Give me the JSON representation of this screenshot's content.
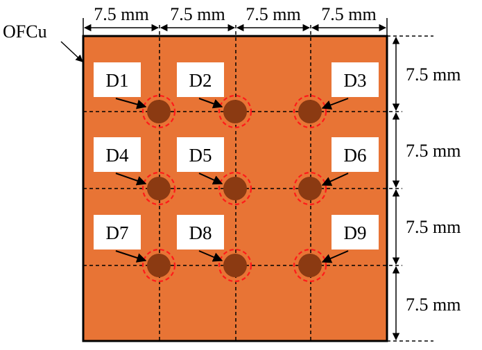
{
  "material_label": "OFCu",
  "dimensions": {
    "top": [
      "7.5 mm",
      "7.5 mm",
      "7.5 mm",
      "7.5 mm"
    ],
    "right": [
      "7.5 mm",
      "7.5 mm",
      "7.5 mm",
      "7.5 mm"
    ]
  },
  "detectors": [
    {
      "label": "D1"
    },
    {
      "label": "D2"
    },
    {
      "label": "D3"
    },
    {
      "label": "D4"
    },
    {
      "label": "D5"
    },
    {
      "label": "D6"
    },
    {
      "label": "D7"
    },
    {
      "label": "D8"
    },
    {
      "label": "D9"
    }
  ],
  "colors": {
    "plate": "#E87435",
    "detector_fill": "#8B3A12",
    "ring": "#FF1A1A",
    "label_bg": "#FFFFFF",
    "line": "#000000"
  }
}
